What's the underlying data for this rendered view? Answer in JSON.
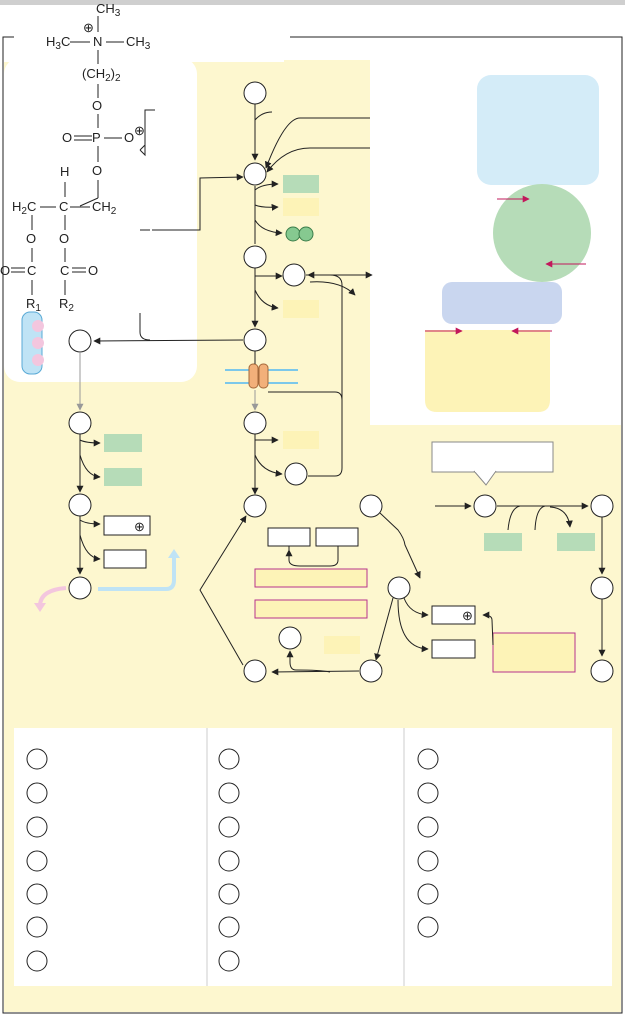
{
  "colors": {
    "panel_yellow": "#fdf7cf",
    "box_blue": "#d4ecf8",
    "box_green": "#b6dcb8",
    "box_lavender": "#c9d6ef",
    "box_yellow": "#fdf3b7",
    "highlight_border": "#b8338c",
    "pink_arrow": "#c2185b",
    "ligand_pink": "#f3c6de",
    "membrane_blue": "#7cc8ea",
    "channel_orange": "#f2b07a",
    "grey_arrow": "#999999",
    "light_blue_arrow": "#bfe3f5"
  },
  "structure": {
    "top_methyl": "CH",
    "top_methyl_sub": "3",
    "left_methyl": "H",
    "left_methyl_sub": "3",
    "left_methyl_c": "C",
    "n_atom": "N",
    "right_methyl": "CH",
    "right_methyl_sub": "3",
    "ch2_open": "(CH",
    "ch2_sub": "2",
    "ch2_close": ")",
    "ch2_sub2": "2",
    "o1": "O",
    "o_double": "O",
    "p_atom": "P",
    "o_minus": "O",
    "o2": "O",
    "h_atom": "H",
    "h2c": "H",
    "h2c_sub": "2",
    "h2c_c": "C",
    "c_center": "C",
    "ch2_right": "CH",
    "ch2_right_sub": "2",
    "o3": "O",
    "o4": "O",
    "o5": "O",
    "c1": "C",
    "c2": "C",
    "o6": "O",
    "r1": "R",
    "r1_sub": "1",
    "r2": "R",
    "r2_sub": "2",
    "plus_symbol": "⊕"
  },
  "small_boxes": {
    "plus_symbol": "⊕"
  }
}
